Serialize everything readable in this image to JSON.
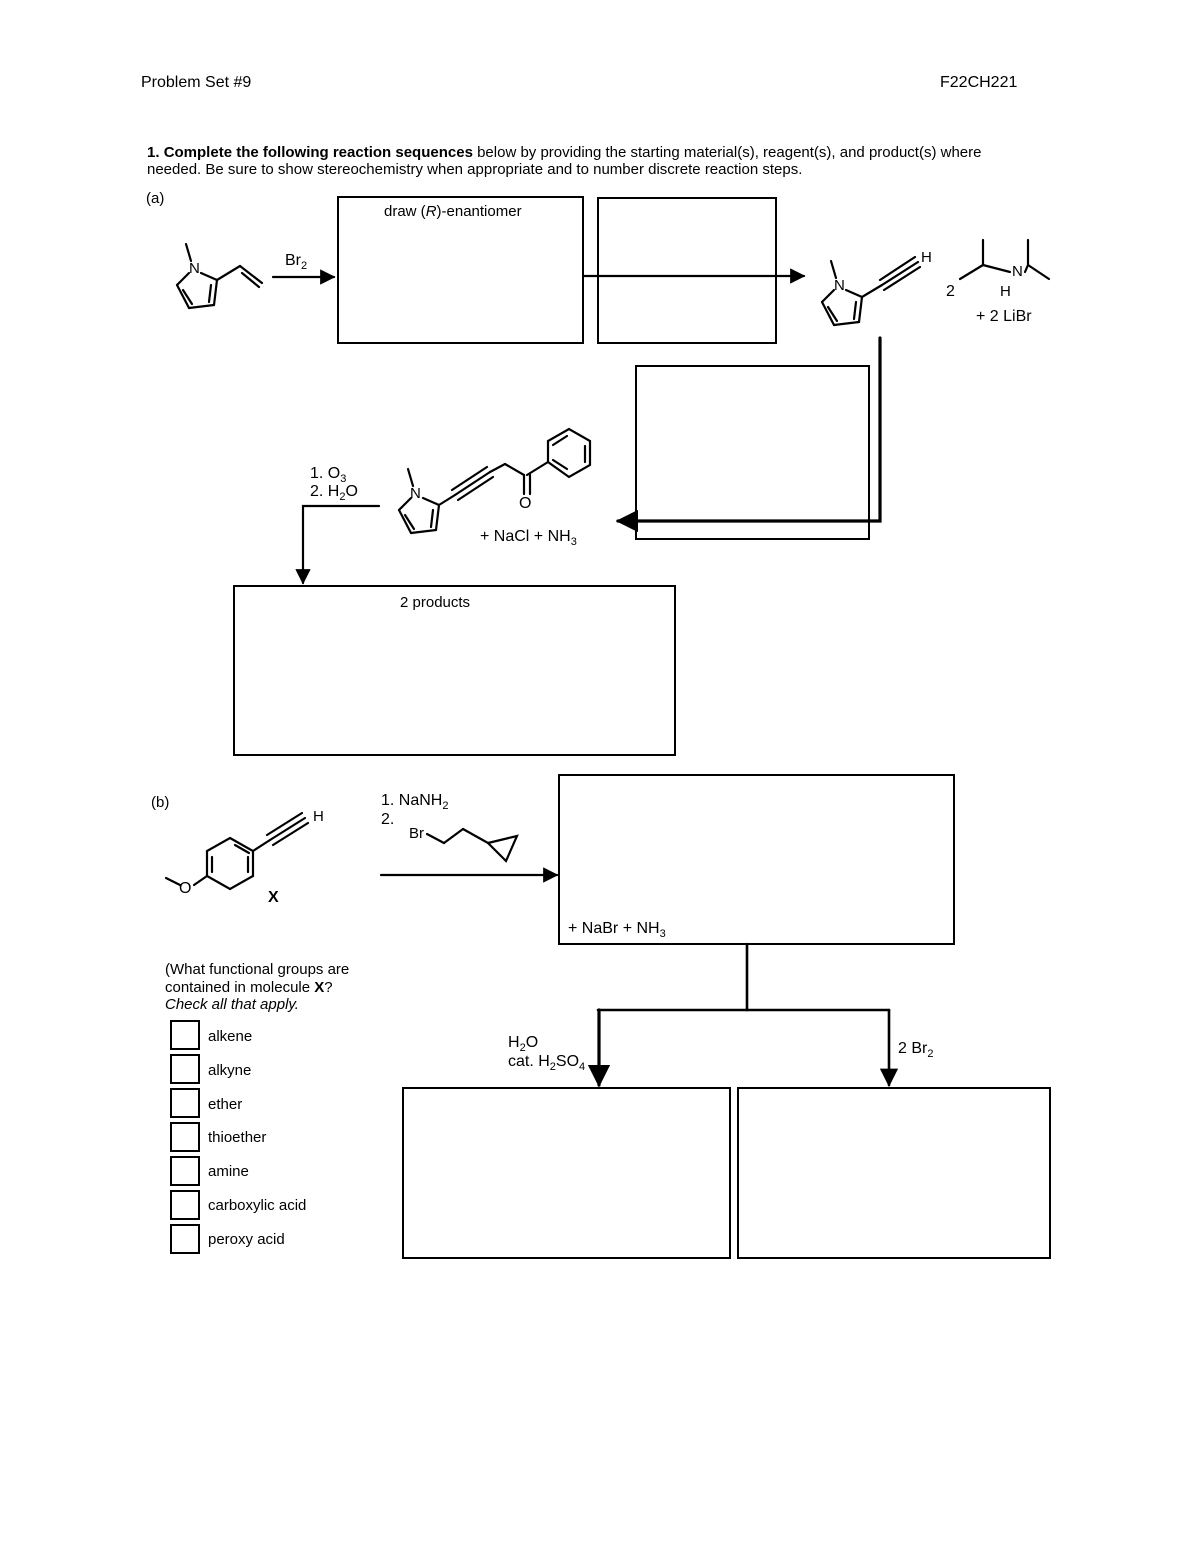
{
  "header": {
    "left": "Problem Set #9",
    "right": "F22CH221"
  },
  "question": {
    "number": "1.",
    "bold": "Complete the following reaction sequences",
    "rest_line1": " below by providing the starting material(s), reagent(s), and product(s) where",
    "line2": "needed. Be sure to show stereochemistry when appropriate and to number discrete reaction steps."
  },
  "part_a": {
    "label": "(a)",
    "reagent_br2": "Br",
    "reagent_br2_sub": "2",
    "box_label_pre": "draw (",
    "box_label_it": "R",
    "box_label_post": ")-enantiomer",
    "atom_N": "N",
    "atom_H": "H",
    "coef_2": "2",
    "plus_libr": "+ 2 LiBr",
    "ozon_1": "1. O",
    "ozon_1_sub": "3",
    "ozon_2": "2. H",
    "ozon_2_sub": "2",
    "ozon_2_post": "O",
    "atom_O": "O",
    "byproducts": "+ NaCl + NH",
    "byproducts_sub": "3",
    "products_label": "2 products"
  },
  "part_b": {
    "label": "(b)",
    "atom_H": "H",
    "atom_O": "O",
    "molecule_X": "X",
    "reagent_1": "1. NaNH",
    "reagent_1_sub": "2",
    "reagent_2": "2.",
    "atom_Br": "Br",
    "byproducts": "+ NaBr + NH",
    "byproducts_sub": "3",
    "hydration_1": "H",
    "hydration_1_sub": "2",
    "hydration_1_post": "O",
    "hydration_2": "cat. H",
    "hydration_2_sub1": "2",
    "hydration_2_mid": "SO",
    "hydration_2_sub2": "4",
    "bromination": "2 Br",
    "bromination_sub": "2",
    "question_line1": "(What functional groups are",
    "question_line2_pre": "contained in molecule ",
    "question_line2_bold": "X",
    "question_line2_post": "?",
    "question_line3": "Check all that apply.",
    "options": [
      "alkene",
      "alkyne",
      "ether",
      "thioether",
      "amine",
      "carboxylic acid",
      "peroxy acid"
    ]
  }
}
